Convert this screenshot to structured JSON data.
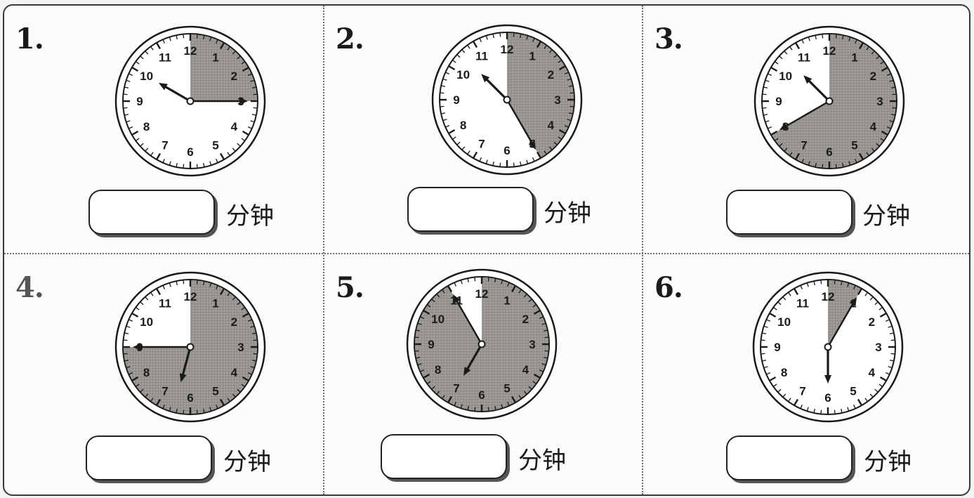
{
  "unit_label": "分钟",
  "clock_numbers": [
    "12",
    "1",
    "2",
    "3",
    "4",
    "5",
    "6",
    "7",
    "8",
    "9",
    "10",
    "11"
  ],
  "colors": {
    "shade": "#9a9792",
    "ink": "#1a1a1a",
    "face": "#ffffff"
  },
  "problems": [
    {
      "label": "1.",
      "from_minute": 0,
      "to_minute": 15,
      "hour_hand": 10,
      "minute_hand": 15,
      "answer": ""
    },
    {
      "label": "2.",
      "from_minute": 0,
      "to_minute": 25,
      "hour_hand": 10.5,
      "minute_hand": 25,
      "answer": ""
    },
    {
      "label": "3.",
      "from_minute": 0,
      "to_minute": 40,
      "hour_hand": 10.5,
      "minute_hand": 40,
      "answer": ""
    },
    {
      "label": "4.",
      "from_minute": 0,
      "to_minute": 45,
      "hour_hand": 6.5,
      "minute_hand": 45,
      "answer": ""
    },
    {
      "label": "5.",
      "from_minute": 0,
      "to_minute": 55,
      "hour_hand": 7,
      "minute_hand": 55,
      "answer": ""
    },
    {
      "label": "6.",
      "from_minute": 0,
      "to_minute": 5,
      "hour_hand": 6,
      "minute_hand": 5,
      "answer": ""
    }
  ]
}
